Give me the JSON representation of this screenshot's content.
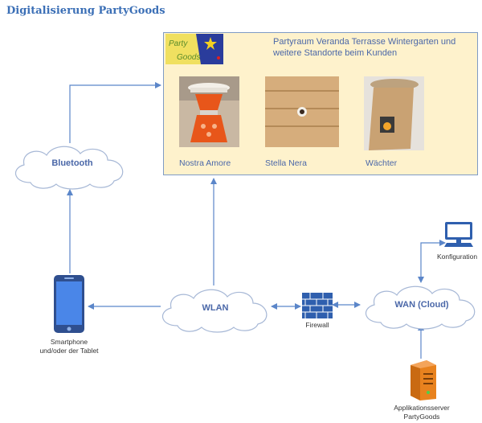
{
  "title": "Digitalisierung PartyGoods",
  "venue": {
    "line1": "Partyraum Veranda Terrasse Wintergarten und",
    "line2": "weitere Standorte beim Kunden",
    "logo_text_1": "Party",
    "logo_text_2": "Goods"
  },
  "products": [
    {
      "label": "Nostra Amore"
    },
    {
      "label": "Stella Nera"
    },
    {
      "label": "Wächter"
    }
  ],
  "clouds": {
    "bluetooth": "Bluetooth",
    "wlan": "WLAN",
    "wan": "WAN (Cloud)"
  },
  "devices": {
    "smartphone_line1": "Smartphone",
    "smartphone_line2": "und/oder der Tablet",
    "firewall": "Firewall",
    "config": "Konfiguration",
    "server_line1": "Applikationsserver",
    "server_line2": "PartyGoods"
  },
  "colors": {
    "accent": "#3b6fb6",
    "line": "#5b86c9",
    "box_fill": "#fef2cc",
    "server": "#e8821e"
  }
}
